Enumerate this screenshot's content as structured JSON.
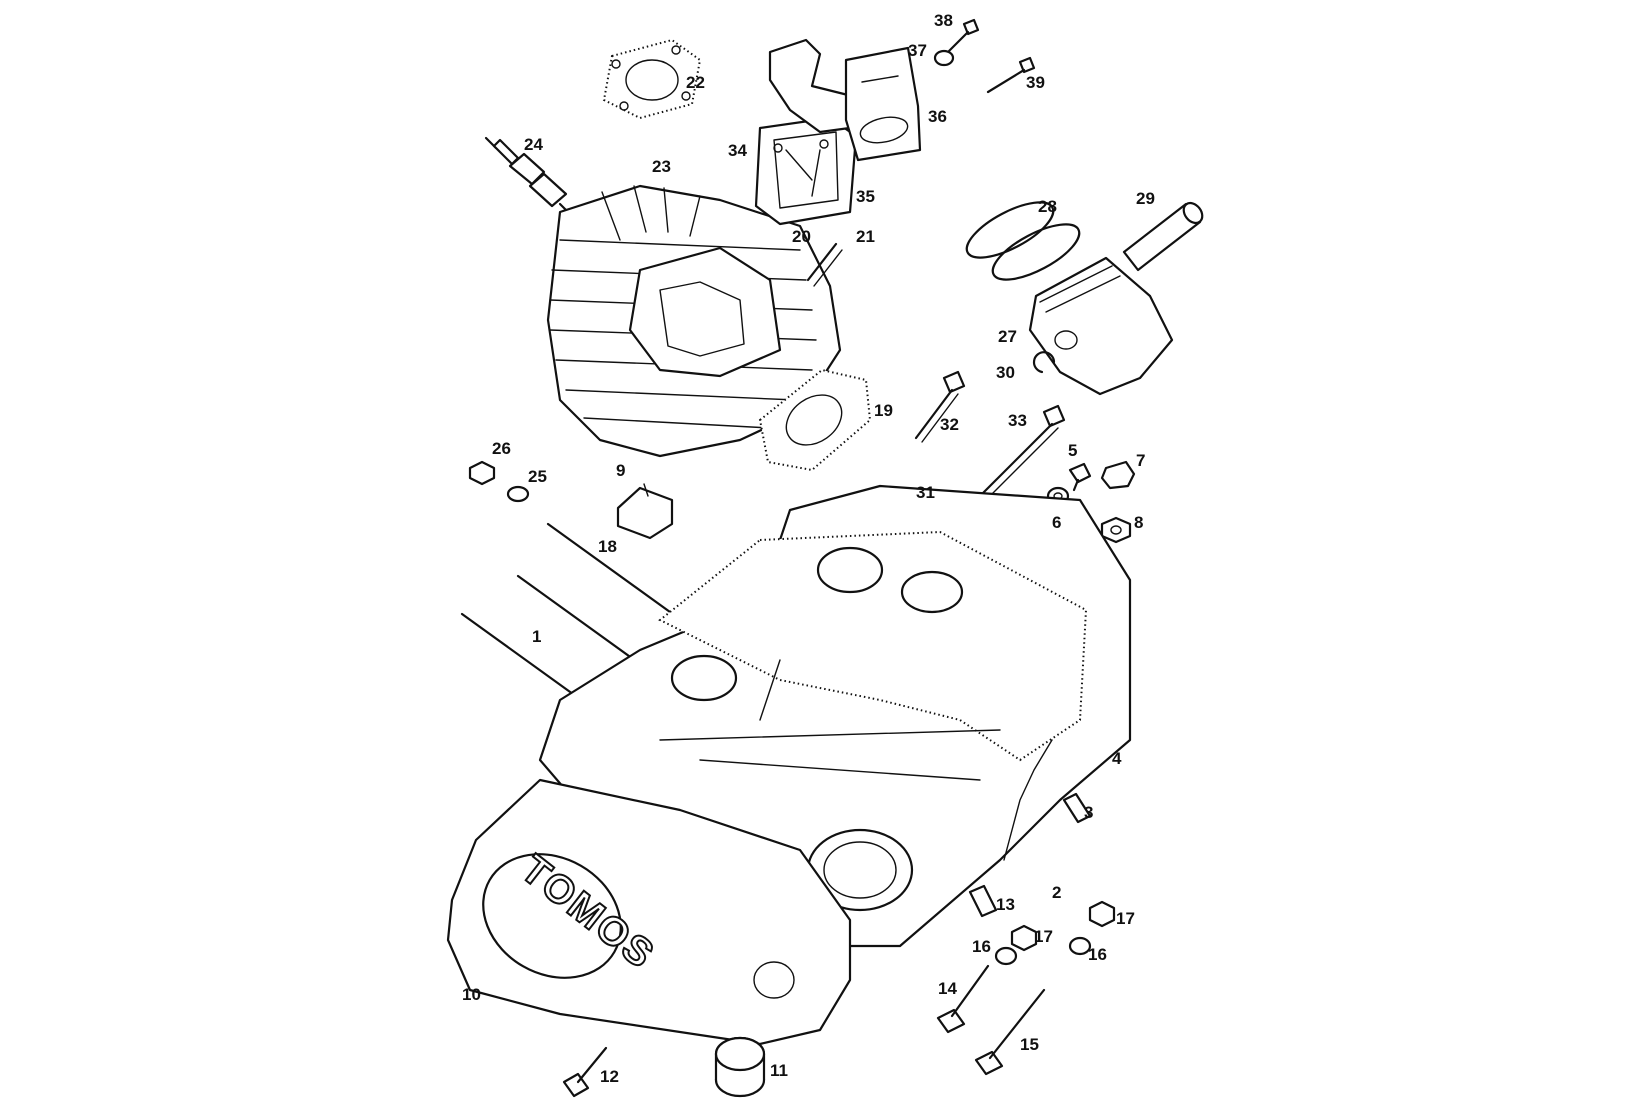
{
  "diagram": {
    "logo_text": "TOMOS",
    "part_labels": {
      "p1": "1",
      "p2": "2",
      "p3": "3",
      "p4": "4",
      "p5": "5",
      "p6": "6",
      "p7": "7",
      "p8": "8",
      "p9": "9",
      "p10": "10",
      "p11": "11",
      "p12": "12",
      "p13": "13",
      "p14": "14",
      "p15": "15",
      "p16a": "16",
      "p16b": "16",
      "p17a": "17",
      "p17b": "17",
      "p18": "18",
      "p19": "19",
      "p20": "20",
      "p21": "21",
      "p22": "22",
      "p23": "23",
      "p24": "24",
      "p25": "25",
      "p26": "26",
      "p27": "27",
      "p28": "28",
      "p29": "29",
      "p30": "30",
      "p31": "31",
      "p32": "32",
      "p33": "33",
      "p34": "34",
      "p35": "35",
      "p36": "36",
      "p37": "37",
      "p38": "38",
      "p39": "39"
    }
  }
}
